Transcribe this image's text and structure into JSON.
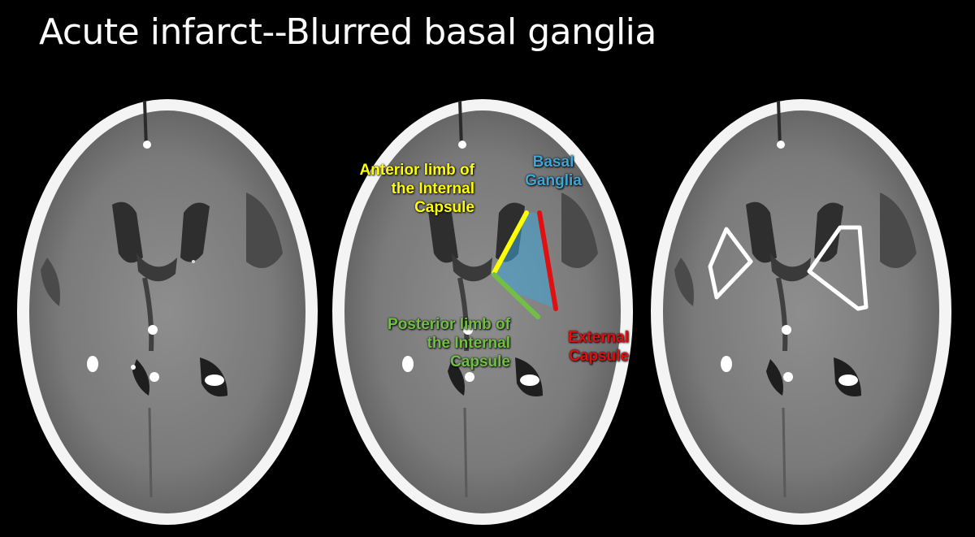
{
  "slide": {
    "title": "Acute infarct--Blurred basal ganglia"
  },
  "annotations": {
    "anterior_limb": {
      "lines": [
        "Anterior limb of",
        "the Internal",
        "Capsule"
      ],
      "color": "#ffff00"
    },
    "basal_ganglia": {
      "lines": [
        "Basal",
        "Ganglia"
      ],
      "color": "#3fa6d8"
    },
    "posterior_limb": {
      "lines": [
        "Posterior limb of",
        "the Internal",
        "Capsule"
      ],
      "color": "#72c043"
    },
    "external_capsule": {
      "lines": [
        "External",
        "Capsule"
      ],
      "color": "#e01010"
    }
  },
  "colors": {
    "background": "#000000",
    "title_text": "#ffffff",
    "outline": "#ffffff"
  }
}
